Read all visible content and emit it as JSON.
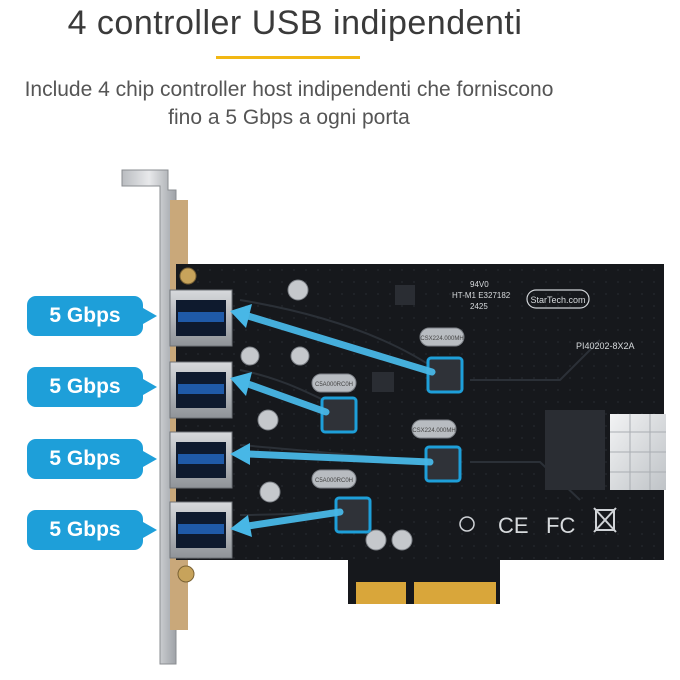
{
  "heading": {
    "title": "4 controller USB indipendenti",
    "subtitle_line1": "Include 4 chip controller host indipendenti che forniscono",
    "subtitle_line2": "fino a 5 Gbps a ogni porta"
  },
  "ports": [
    {
      "speed_label": "5 Gbps"
    },
    {
      "speed_label": "5 Gbps"
    },
    {
      "speed_label": "5 Gbps"
    },
    {
      "speed_label": "5 Gbps"
    }
  ],
  "board": {
    "brand": "StarTech.com",
    "model": "PI40202-8X2A",
    "marking_line1": "94V0",
    "marking_line2": "HT-M1 E327182",
    "date_code": "2425",
    "crystal1": "CSX224.000MH",
    "crystal2": "CSX224.000MH",
    "crystal3": "C5A000RC0H",
    "crystal4": "C5A000RC0H",
    "cert_ce": "CE",
    "cert_fc": "FC"
  },
  "colors": {
    "accent": "#1e9fd9",
    "underline": "#f2b713",
    "pcb": "#16181c",
    "gold": "#d9a63a"
  }
}
